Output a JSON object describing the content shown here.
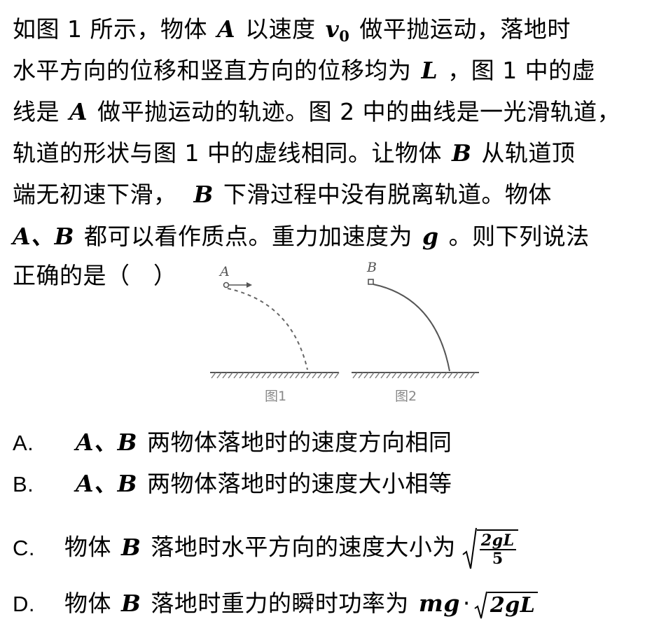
{
  "question": {
    "l1_a": "如图 1 所示，物体",
    "l1_A": "A",
    "l1_b": "以速度",
    "l1_v": "v",
    "l1_v_sub": "0",
    "l1_c": "做平抛运动，落地时",
    "l2_a": "水平方向的位移和竖直方向的位移均为",
    "l2_L": "L",
    "l2_b": "，图 1 中的虚",
    "l3_a": "线是",
    "l3_A": "A",
    "l3_b": "做平抛运动的轨迹。图 2 中的曲线是一光滑轨道，",
    "l4_a": "轨道的形状与图 1 中的虚线相同。让物体",
    "l4_B": "B",
    "l4_b": "从轨道顶",
    "l5_a": "端无初速下滑，",
    "l5_B": "B",
    "l5_b": "下滑过程中没有脱离轨道。物体",
    "l6_AB": "A、B",
    "l6_a": "都可以看作质点。重力加速度为",
    "l6_g": "g",
    "l6_b": "。则下列说法",
    "l7_a": "正确的是（　）"
  },
  "figure": {
    "label_A": "A",
    "label_B": "B",
    "caption_1": "图1",
    "caption_2": "图2"
  },
  "options": [
    {
      "letter": "A.",
      "var": "A、B",
      "text": "两物体落地时的速度方向相同"
    },
    {
      "letter": "B.",
      "var": "A、B",
      "text": "两物体落地时的速度大小相等"
    },
    {
      "letter": "C.",
      "pre": "物体",
      "var": "B",
      "text": "落地时水平方向的速度大小为",
      "frac_num": "2gL",
      "frac_den": "5"
    },
    {
      "letter": "D.",
      "pre": "物体",
      "var": "B",
      "text": "落地时重力的瞬时功率为",
      "expr": "mg",
      "dot": "·",
      "radicand": "2gL"
    }
  ]
}
